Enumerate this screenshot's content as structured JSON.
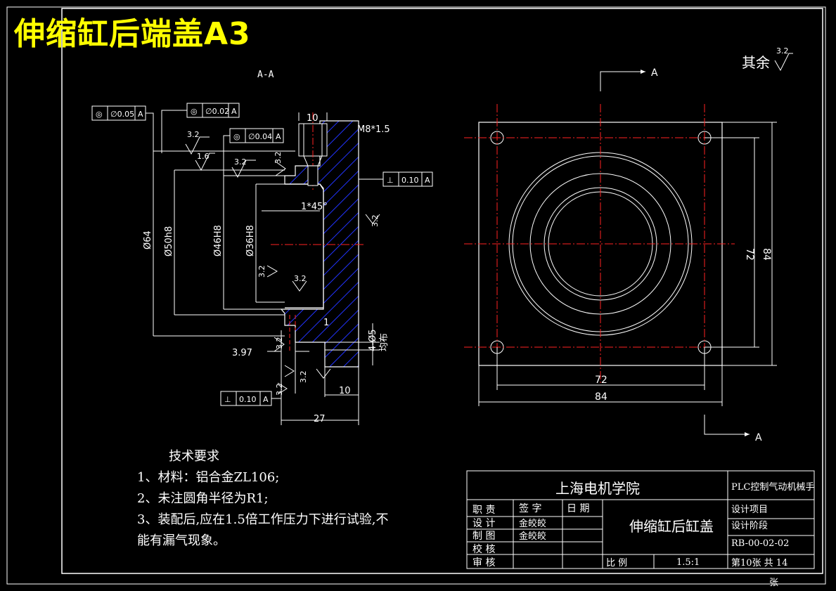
{
  "title_overlay": "伸缩缸后端盖A3",
  "roughness_general": {
    "label": "其余",
    "value": "3.2"
  },
  "section_label": "A-A",
  "section_arrow_label": "A",
  "section_view": {
    "tolerance_frames": [
      {
        "symbol": "◎",
        "value": "∅0.05",
        "datum": "A"
      },
      {
        "symbol": "◎",
        "value": "∅0.02",
        "datum": "A"
      },
      {
        "symbol": "◎",
        "value": "∅0.04",
        "datum": "A"
      },
      {
        "symbol": "⊥",
        "value": "0.10",
        "datum": "A"
      },
      {
        "symbol": "⊥",
        "value": "0.10",
        "datum": "A"
      }
    ],
    "dims": {
      "d10_top": "10",
      "thread": "M8*1.5",
      "chamfer": "1*45°",
      "phi64": "Ø64",
      "phi50": "Ø50h8",
      "phi46": "Ø46H8",
      "phi36": "Ø36H8",
      "one": "1",
      "d397": "3.97",
      "d4_05": "4-Ø5",
      "through": "均布",
      "d10_bottom": "10",
      "d27": "27"
    },
    "roughness": [
      "3.2",
      "1.6",
      "3.2",
      "3.2",
      "3.2",
      "3.2",
      "3.2",
      "3.2",
      "3.2",
      "3.2"
    ]
  },
  "front_view": {
    "dim_72_h": "72",
    "dim_84_h": "84",
    "dim_72_v": "72",
    "dim_84_v": "84",
    "arrow_label": "A"
  },
  "tech_req": {
    "heading": "技术要求",
    "items": [
      "1、材料：铝合金ZL106;",
      "2、未注圆角半径为R1;",
      "3、装配后,应在1.5倍工作压力下进行试验,不",
      "能有漏气现象。"
    ]
  },
  "title_block": {
    "school": "上海电机学院",
    "project_name": "PLC控制气动机械手",
    "part_name": "伸缩缸后缸盖",
    "rows": [
      "职  责",
      "设  计",
      "制  图",
      "校  核",
      "审  核"
    ],
    "sign_header": "签  字",
    "date_header": "日  期",
    "signer1": "金皎皎",
    "signer2": "金皎皎",
    "design_project": "设计项目",
    "design_stage": "设计阶段",
    "drawing_no": "RB-00-02-02",
    "scale_label": "比  例",
    "scale_value": "1.5:1",
    "sheet": "第10张  共  14",
    "sheet_unit": "张"
  }
}
